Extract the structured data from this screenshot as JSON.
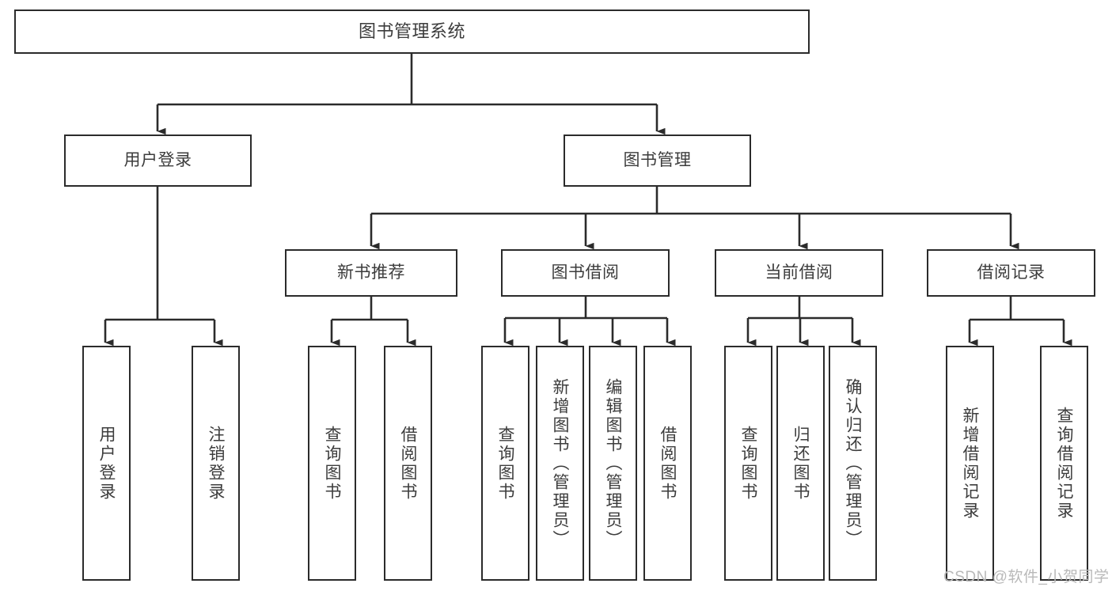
{
  "diagram": {
    "type": "tree-hierarchy",
    "title": "图书管理系统",
    "watermark": "CSDN @软件_小贺同学",
    "colors": {
      "stroke": "#2b2b2b",
      "text": "#3c3c3c",
      "background": "#ffffff",
      "watermark": "#b9b9b9"
    },
    "root": {
      "label": "图书管理系统"
    },
    "level2": [
      {
        "label": "用户登录"
      },
      {
        "label": "图书管理"
      }
    ],
    "level3": [
      {
        "label": "新书推荐"
      },
      {
        "label": "图书借阅"
      },
      {
        "label": "当前借阅"
      },
      {
        "label": "借阅记录"
      }
    ],
    "leaves": {
      "user_login": [
        {
          "label": "用户登录"
        },
        {
          "label": "注销登录"
        }
      ],
      "new_book_recommend": [
        {
          "label": "查询图书"
        },
        {
          "label": "借阅图书"
        }
      ],
      "book_borrow": [
        {
          "label": "查询图书"
        },
        {
          "label": "新增图书（管理员）"
        },
        {
          "label": "编辑图书（管理员）"
        },
        {
          "label": "借阅图书"
        }
      ],
      "current_borrow": [
        {
          "label": "查询图书"
        },
        {
          "label": "归还图书"
        },
        {
          "label": "确认归还（管理员）"
        }
      ],
      "borrow_record": [
        {
          "label": "新增借阅记录"
        },
        {
          "label": "查询借阅记录"
        }
      ]
    }
  }
}
